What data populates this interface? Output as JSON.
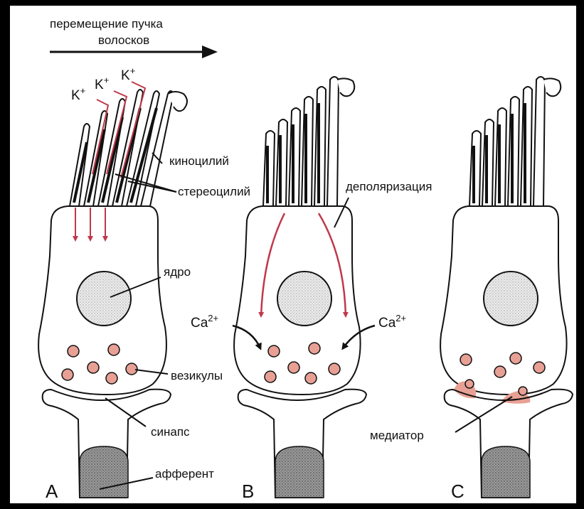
{
  "header": {
    "line1": "перемещение пучка",
    "line2": "волосков"
  },
  "ions": {
    "k1": "K",
    "k2": "K",
    "k3": "K",
    "k_sup": "+",
    "ca_left": "Ca",
    "ca_right": "Ca",
    "ca_sup": "2+"
  },
  "labels": {
    "kinocilium": "киноцилий",
    "stereocilia": "стереоцилий",
    "nucleus": "ядро",
    "vesicles": "везикулы",
    "synapse": "синапс",
    "afferent": "афферент",
    "depolarization": "деполяризация",
    "mediator": "медиатор"
  },
  "panels": {
    "a": "A",
    "b": "B",
    "c": "C"
  },
  "colors": {
    "background": "#ffffff",
    "frame": "#000000",
    "outline": "#111111",
    "arrow_red": "#c0384b",
    "vesicle_fill": "#e8a095",
    "nucleus_fill": "#e6e6e6",
    "afferent_fill": "#8a8a8a"
  }
}
